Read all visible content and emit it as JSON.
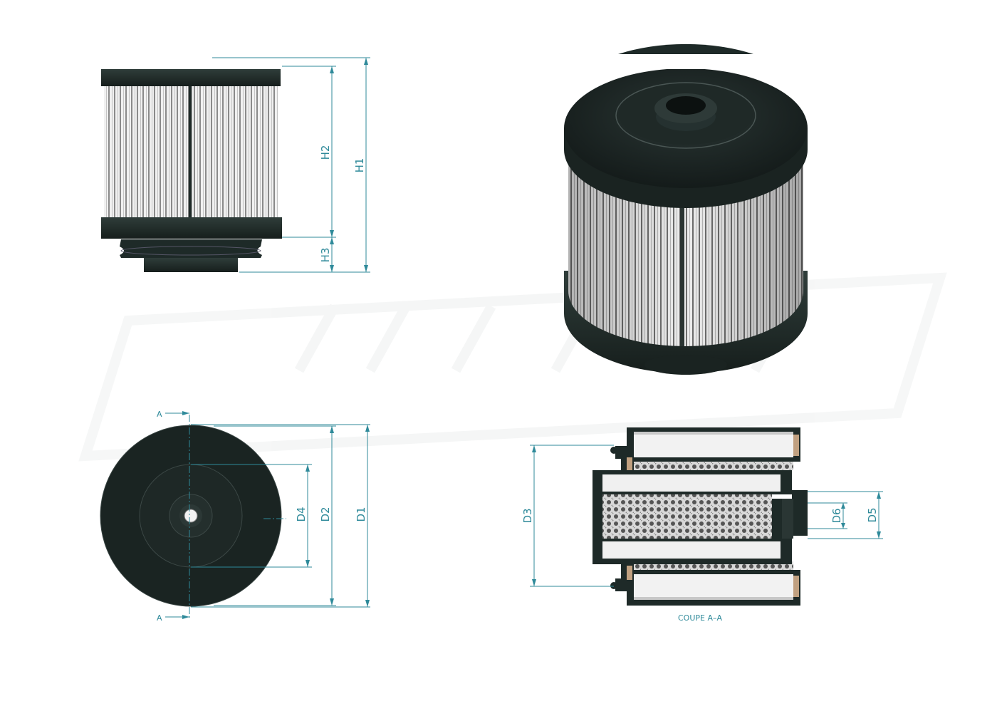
{
  "labels": {
    "h1": "H1",
    "h2": "H2",
    "h3": "H3",
    "d1": "D1",
    "d2": "D2",
    "d3": "D3",
    "d4": "D4",
    "d5": "D5",
    "d6": "D6",
    "section_a_top": "A",
    "section_a_bottom": "A",
    "section_caption": "COUPE A–A"
  },
  "colors": {
    "dimension": "#2f8a9a",
    "body": "#1e2a28",
    "pleat_light": "#e6e6e6",
    "pleat_dark": "#7a7a7a"
  }
}
